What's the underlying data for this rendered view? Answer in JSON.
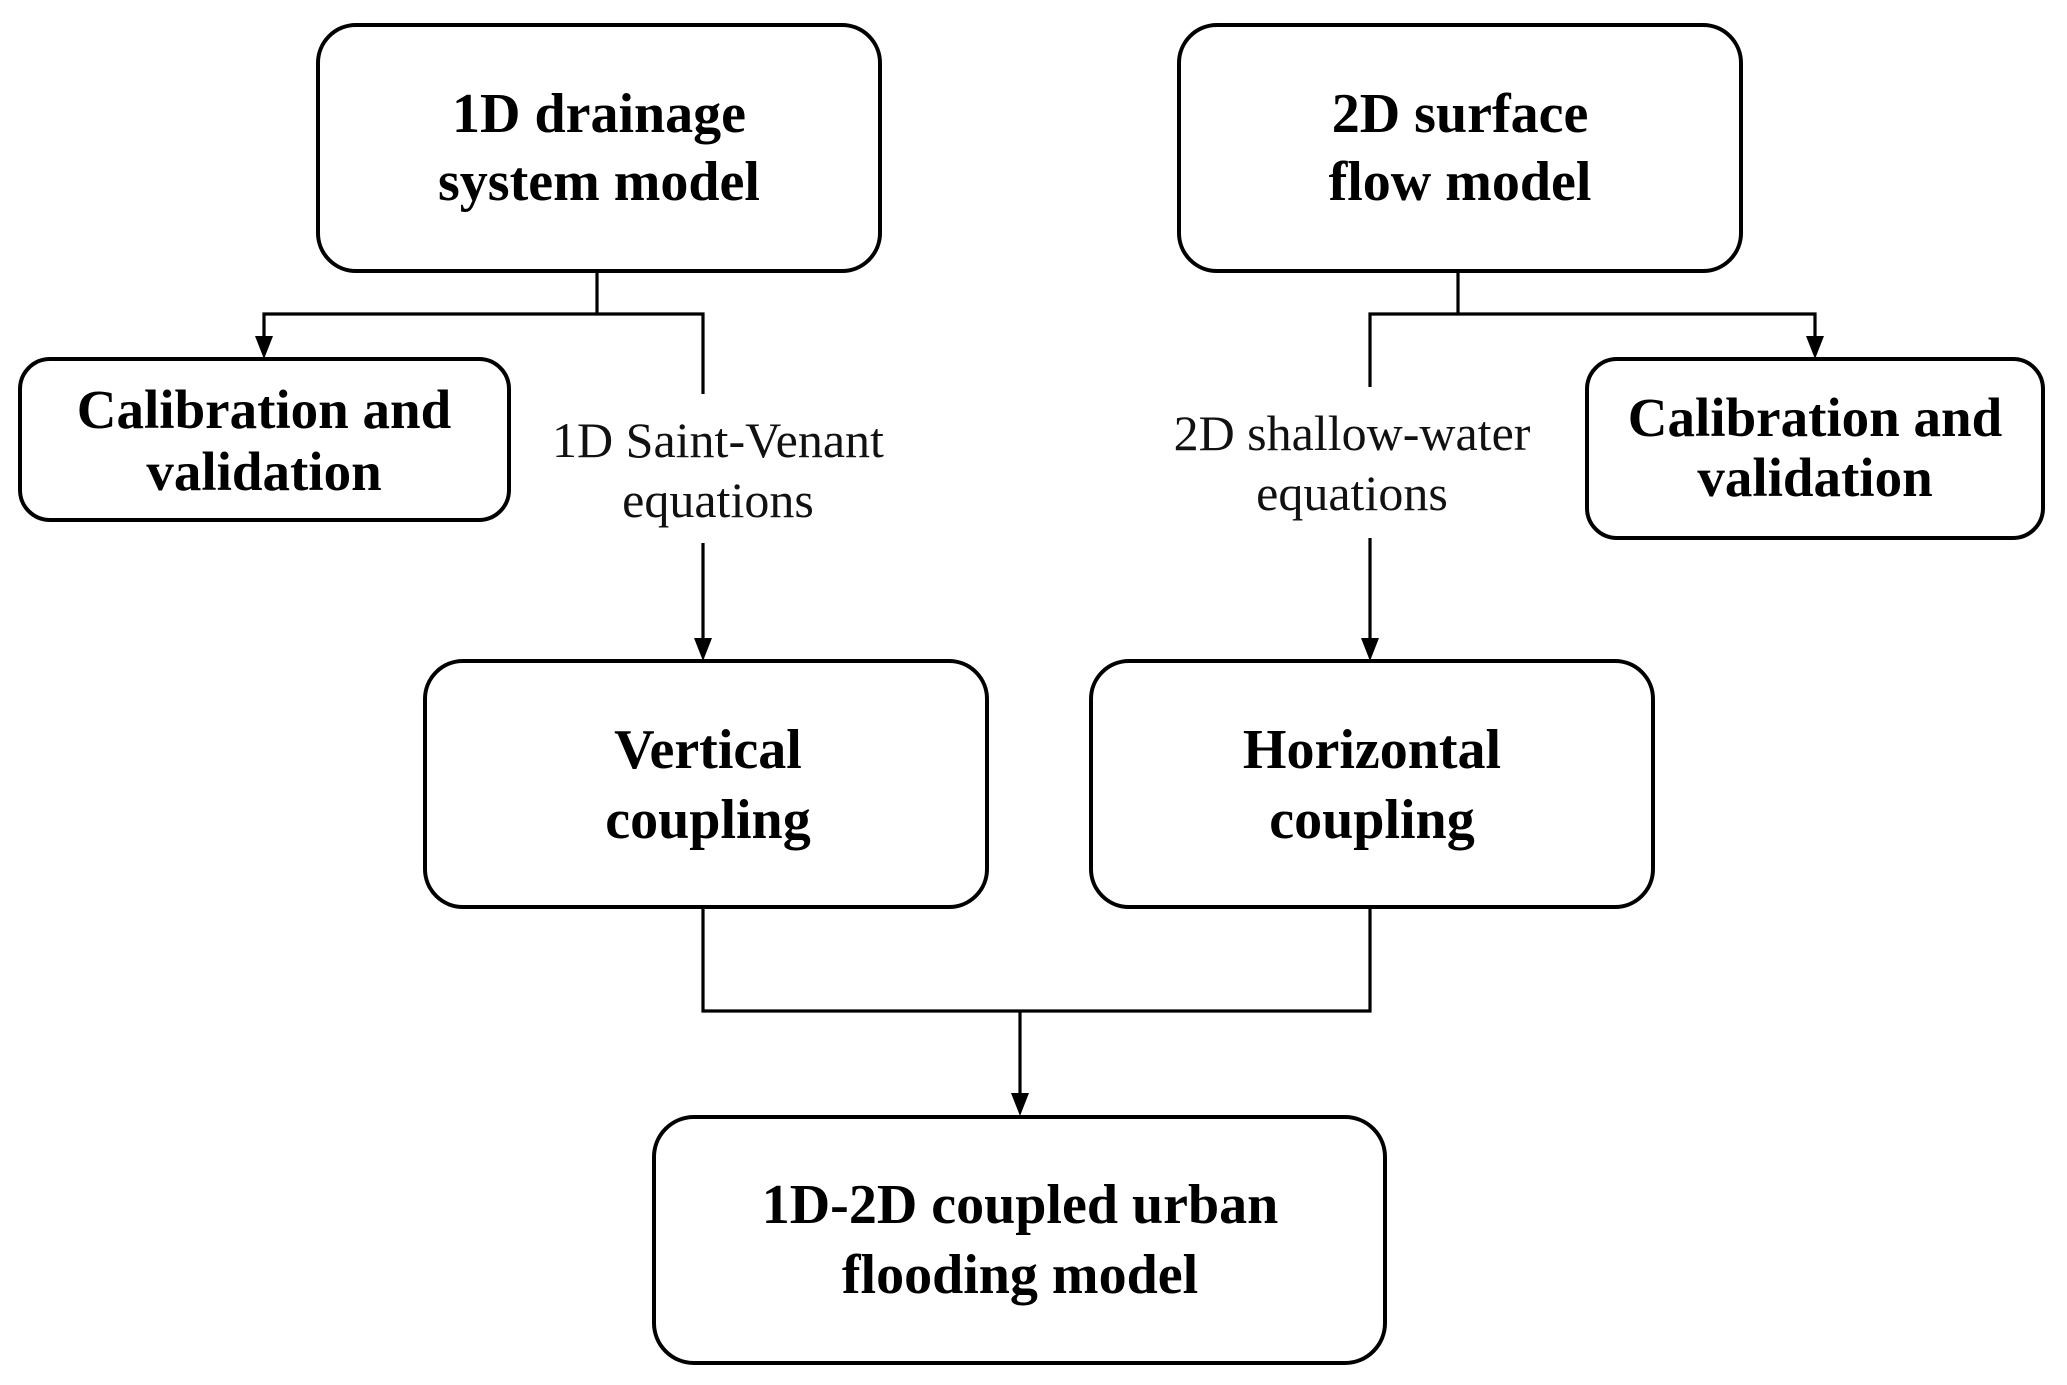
{
  "figure": {
    "type": "flowchart",
    "colors": {
      "stroke": "#000000",
      "fill": "#ffffff",
      "text": "#000000"
    }
  },
  "nodes": {
    "drainage_model": {
      "lines": [
        "1D drainage",
        "system model"
      ]
    },
    "surface_model": {
      "lines": [
        "2D surface",
        "flow model"
      ]
    },
    "calibration_left": {
      "lines": [
        "Calibration and",
        "validation"
      ]
    },
    "calibration_right": {
      "lines": [
        "Calibration and",
        "validation"
      ]
    },
    "vertical_coupling": {
      "lines": [
        "Vertical",
        "coupling"
      ]
    },
    "horizontal_coupling": {
      "lines": [
        "Horizontal",
        "coupling"
      ]
    },
    "coupled_model": {
      "lines": [
        "1D-2D coupled urban",
        "flooding model"
      ]
    }
  },
  "edge_labels": {
    "saint_venant": {
      "lines": [
        "1D Saint-Venant",
        "equations"
      ]
    },
    "shallow_water": {
      "lines": [
        "2D shallow-water",
        "equations"
      ]
    }
  },
  "edges": [
    {
      "from": "drainage_model",
      "to": "calibration_left"
    },
    {
      "from": "drainage_model",
      "to": "vertical_coupling",
      "label": "saint_venant"
    },
    {
      "from": "surface_model",
      "to": "horizontal_coupling",
      "label": "shallow_water"
    },
    {
      "from": "surface_model",
      "to": "calibration_right"
    },
    {
      "from": "vertical_coupling",
      "to": "coupled_model"
    },
    {
      "from": "horizontal_coupling",
      "to": "coupled_model"
    }
  ]
}
